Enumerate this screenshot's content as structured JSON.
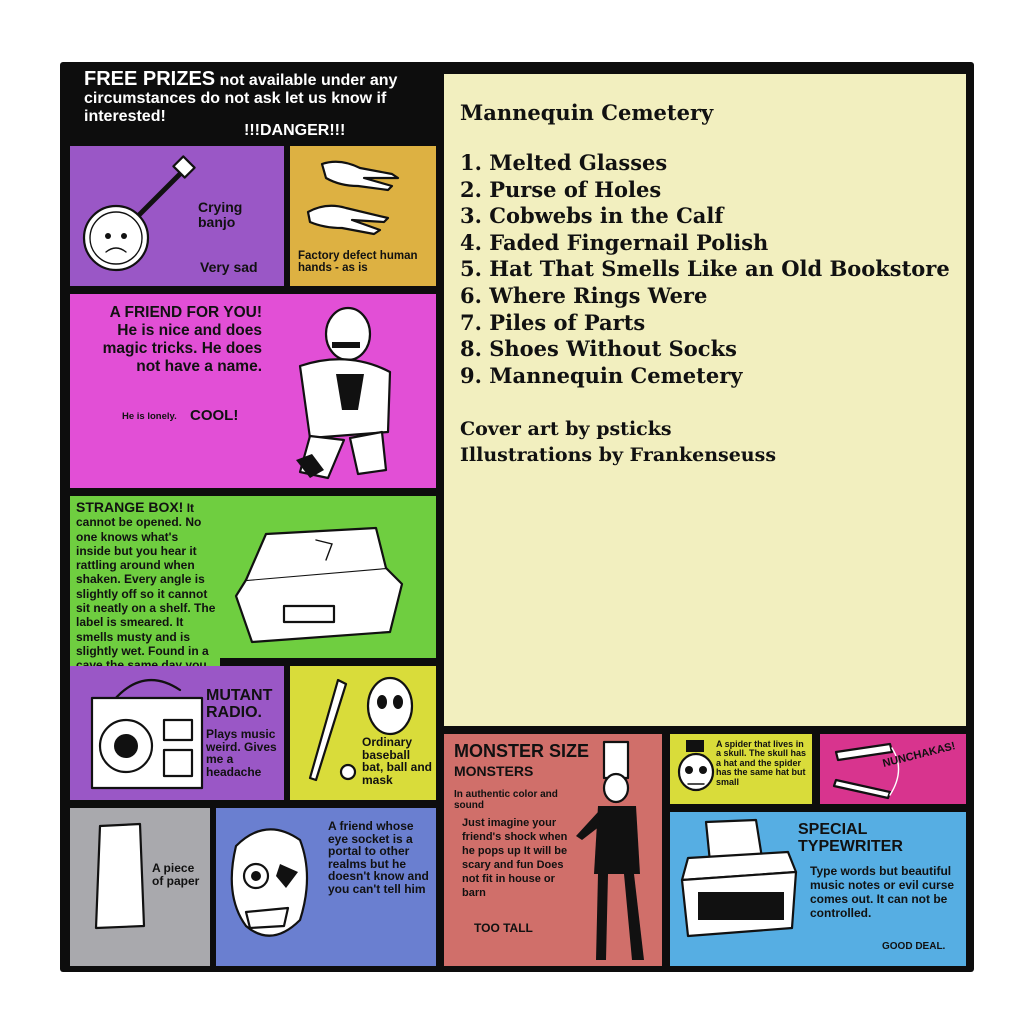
{
  "header": {
    "title": "FREE PRIZES",
    "text": "not available under any circumstances do not ask let us know if interested!",
    "danger": "!!!DANGER!!!"
  },
  "album": {
    "title": "Mannequin Cemetery",
    "tracks": [
      "1. Melted Glasses",
      "2. Purse of Holes",
      "3. Cobwebs in the Calf",
      "4. Faded Fingernail Polish",
      "5. Hat That Smells Like an Old Bookstore",
      "6. Where Rings Were",
      "7. Piles of Parts",
      "8. Shoes Without Socks",
      "9. Mannequin Cemetery"
    ],
    "credits": [
      "Cover art by psticks",
      "Illustrations by Frankenseuss"
    ]
  },
  "prizes": {
    "banjo": {
      "name": "Crying banjo",
      "note": "Very sad"
    },
    "hands": {
      "text": "Factory defect human hands - as is"
    },
    "friend": {
      "text": "A FRIEND FOR YOU! He is nice and does magic tricks. He does not have a name.",
      "small": "He is lonely.",
      "cool": "COOL!"
    },
    "box": {
      "title": "STRANGE BOX!",
      "text": "It cannot be opened. No one knows what's inside but you hear it rattling around when shaken. Every angle is slightly off so it cannot sit neatly on a shelf. The label is smeared. It smells musty and is slightly wet. Found in a cave the same day you were born"
    },
    "radio": {
      "title": "MUTANT RADIO.",
      "text": "Plays music weird. Gives me a headache"
    },
    "bat": {
      "text": "Ordinary baseball bat, ball and mask"
    },
    "paper": {
      "text": "A piece of paper"
    },
    "eye": {
      "text": "A friend whose eye socket is a portal to other realms but he doesn't know and you can't tell him"
    },
    "monster": {
      "title": "MONSTER SIZE",
      "title2": "MONSTERS",
      "sub": "In authentic color and sound",
      "text": "Just imagine your friend's shock when he pops up It will be scary and fun Does not fit in house or barn",
      "tall": "TOO TALL"
    },
    "spider": {
      "text": "A spider that lives in a skull. The skull has a hat and the spider has the same hat but small"
    },
    "nunchaku": {
      "text": "NUNCHAKAS!"
    },
    "typewriter": {
      "title": "SPECIAL TYPEWRITER",
      "text": "Type words but beautiful music notes or evil curse comes out. It can not be controlled.",
      "deal": "GOOD DEAL."
    }
  },
  "colors": {
    "background": "#ffffff",
    "frame": "#0d0d0d",
    "cream": "#f2efbf",
    "purple": "#9a57c6",
    "gold": "#ddb142",
    "magenta": "#e24fd6",
    "green": "#6fce40",
    "yellow": "#d9dc3a",
    "gray": "#a9a9ad",
    "blue": "#6a7fd0",
    "salmon": "#d06f6a",
    "pink": "#d8348e",
    "sky": "#56aee3"
  }
}
